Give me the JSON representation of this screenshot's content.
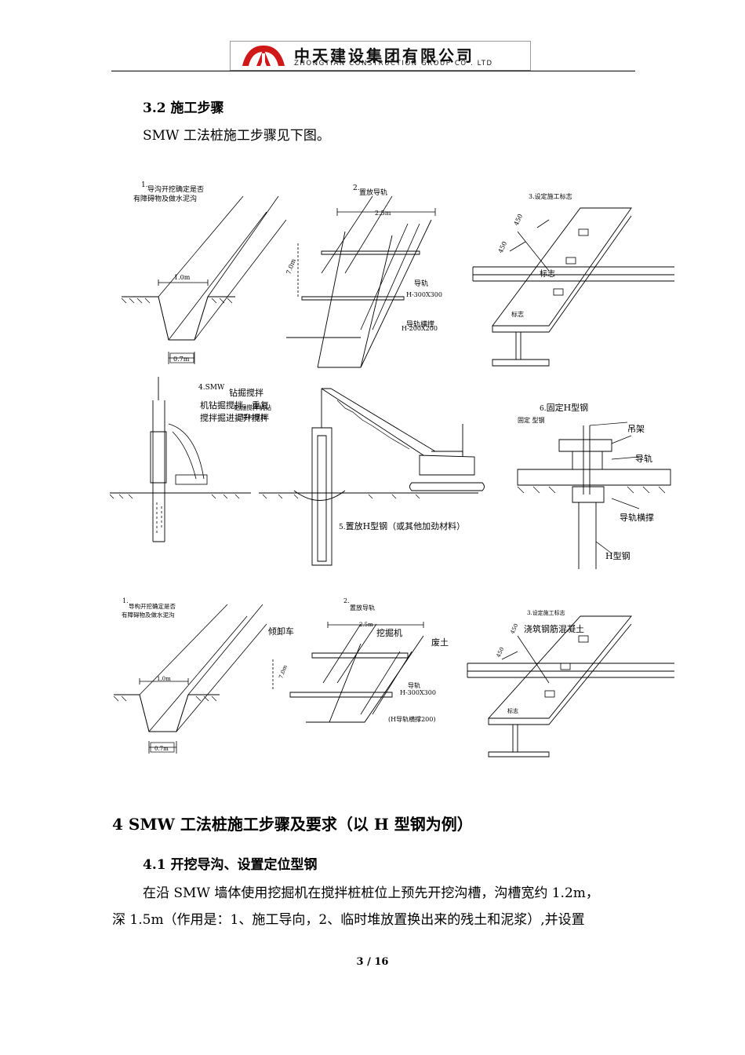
{
  "header": {
    "company_cn": "中天建设集团有限公司",
    "company_en": "ZHONGTIAN CONSTRUCTION GROUP CO . LTD",
    "logo_color": "#d01818"
  },
  "section_3_2": {
    "heading": "3.2  施工步骤",
    "intro": "SMW 工法桩施工步骤见下图。"
  },
  "figure": {
    "p1": {
      "num": "1.",
      "line1": "导沟开挖确定是否",
      "line2": "有障碍物及做水泥沟",
      "dim_top": "1.0m",
      "dim_bottom": "0.7m"
    },
    "p2": {
      "num": "2.",
      "title": "置放导轨",
      "dim_top": "2.5m",
      "dim_side": "7.0m",
      "rail": "导轨",
      "rail_size": "H-300X300",
      "brace": "导轨横撑",
      "brace_size": "H-200X200"
    },
    "p3": {
      "num": "3.",
      "title": "设定施工标志",
      "dim1": "450",
      "dim2": "450",
      "mark1": "标志",
      "mark2": "标志"
    },
    "p4": {
      "num": "4.SMW",
      "line1": "钻掘搅拌",
      "line2": "机钻掘搅拌，重复",
      "line3": "搅拌掘进提升搅拌",
      "overlap1": "钻掘搅拌机钻",
      "overlap2": "上提时搅拌"
    },
    "p5": {
      "num": "5.",
      "text": "置放H型钢（或其他加劲材料）"
    },
    "p6": {
      "num": "6.",
      "title": "固定H型钢",
      "sub": "固定   型钢",
      "hanger": "吊架",
      "rail": "导轨",
      "brace": "导轨横撑",
      "hbeam": "H型钢"
    },
    "p7": {
      "num": "1.",
      "line1": "导构开挖确定是否",
      "line2": "有障碍物及做水泥沟",
      "dim_top": "1.0m",
      "dim_bottom": "0.7m"
    },
    "p8": {
      "num": "2.",
      "title": "置放导轨",
      "dim_top": "2.5m",
      "dim_side": "7.0m",
      "dump": "倾卸车",
      "excavator": "挖掘机",
      "waste": "废土",
      "rail": "导轨",
      "rail_size": "H-300X300",
      "brace": "(H导轨横撑200)"
    },
    "p9": {
      "num": "3.",
      "title": "设定施工标志",
      "concrete": "浇筑钢筋混凝土",
      "dim1": "450",
      "dim2": "450",
      "mark": "标志"
    }
  },
  "section_4": {
    "heading": "4 SMW 工法桩施工步骤及要求（以 H 型钢为例）"
  },
  "section_4_1": {
    "heading": "4.1  开挖导沟、设置定位型钢",
    "para_line1": "在沿 SMW 墙体使用挖掘机在搅拌桩桩位上预先开挖沟槽，沟槽宽约 1.2m，",
    "para_line2": "深 1.5m（作用是：1、施工导向，2、临时堆放置换出来的残土和泥浆）,并设置"
  },
  "footer": {
    "page": "3 / 16"
  }
}
